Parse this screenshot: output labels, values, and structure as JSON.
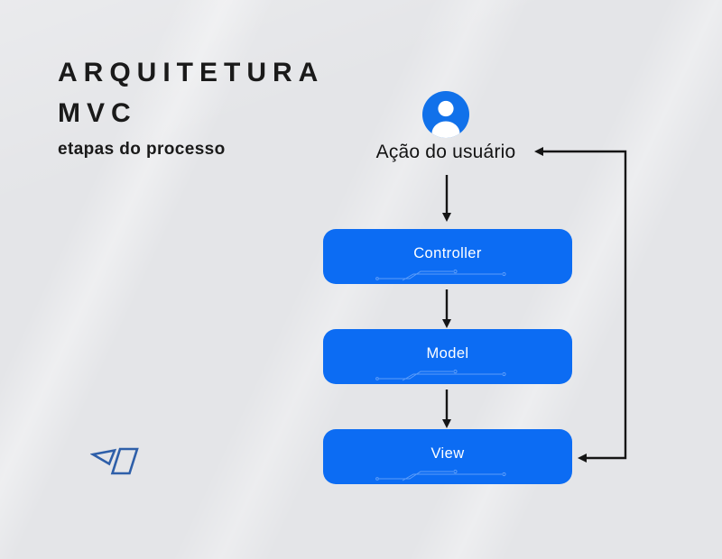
{
  "header": {
    "title_line1": "ARQUITETURA",
    "title_line2": "MVC",
    "subtitle": "etapas do processo"
  },
  "flow": {
    "user_action_label": "Ação do usuário",
    "nodes": [
      {
        "label": "Controller"
      },
      {
        "label": "Model"
      },
      {
        "label": "View"
      }
    ],
    "connections": [
      "user-action -> controller",
      "controller -> model",
      "model -> view",
      "feedback-loop: view <- right-rail <- user-action"
    ]
  },
  "icons": {
    "user": "user-avatar-icon",
    "brand": "brand-logo"
  },
  "colors": {
    "background": "#e4e5e8",
    "box_blue": "#0c6cf3",
    "icon_blue": "#1171ea",
    "box_text": "#ffffff",
    "title_text": "#1a1a1a",
    "arrow": "#151515",
    "logo_blue": "#2e5fa9",
    "circuit_trace": "#9fc5ff"
  }
}
